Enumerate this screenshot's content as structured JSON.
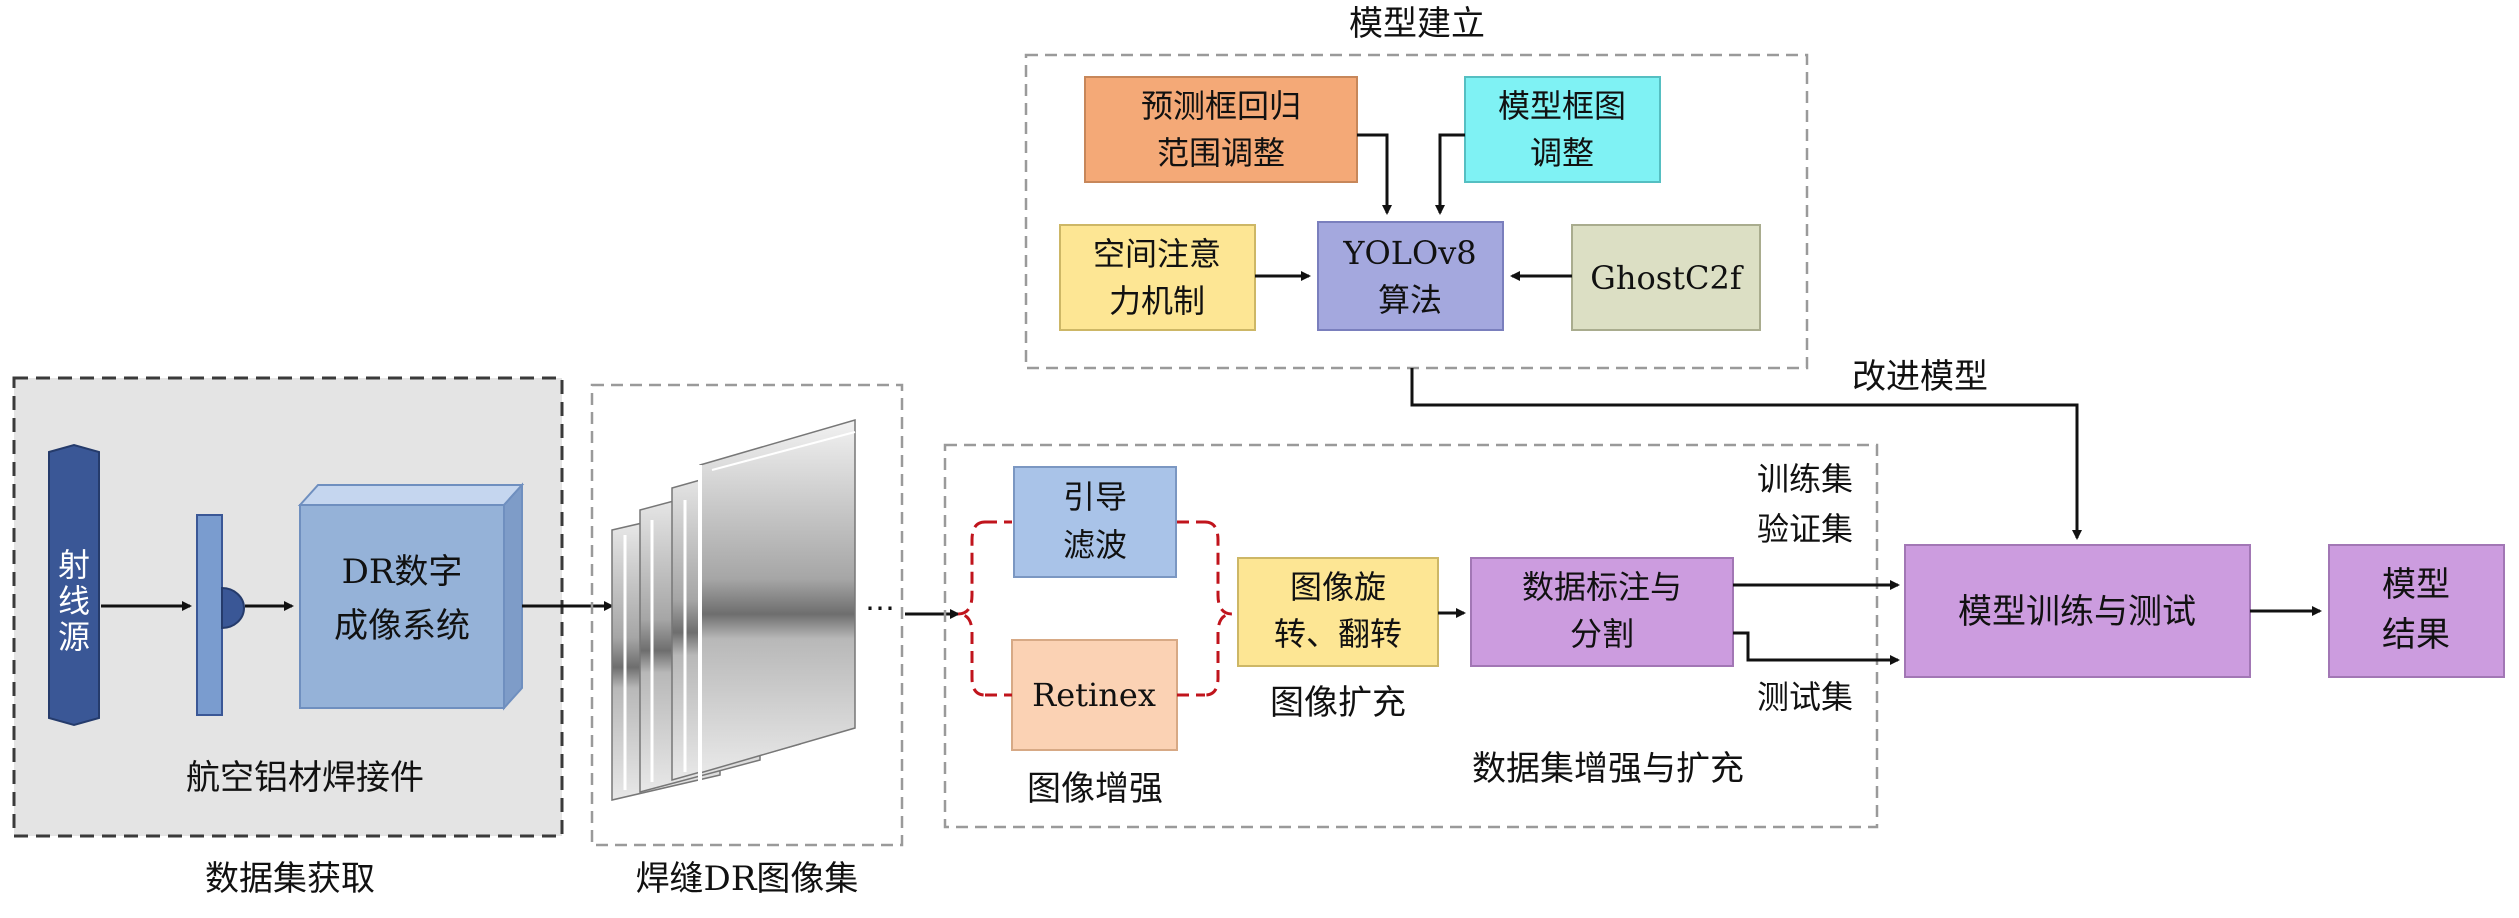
{
  "colors": {
    "region_gray": "#e4e4e4",
    "source_blue": "#3a5796",
    "panel_blue": "#95b2d8",
    "box_blue": "#a9c3e8",
    "box_orange": "#f4a977",
    "box_cyan": "#7ff2f4",
    "box_yellow": "#fde694",
    "box_lavender": "#a4a8de",
    "box_ghost": "#dcdfc4",
    "box_peach": "#fbd2b4",
    "box_purple": "#cc9cdf",
    "bracket_red": "#c0141c",
    "dash_gray": "#9a9a9a",
    "dash_dark": "#3a3a3a"
  },
  "acquisition": {
    "source_label": "射线源",
    "imaging_system": [
      "DR数字",
      "成像系统"
    ],
    "workpiece_label": "航空铝材焊接件",
    "section_label": "数据集获取"
  },
  "image_set": {
    "section_label": "焊缝DR图像集",
    "ellipsis": "⋯"
  },
  "model_build": {
    "section_label": "模型建立",
    "box_regression": [
      "预测框回归",
      "范围调整"
    ],
    "box_frame": [
      "模型框图",
      "调整"
    ],
    "box_attention": [
      "空间注意",
      "力机制"
    ],
    "box_yolo": [
      "YOLOv8",
      "算法"
    ],
    "box_ghost": "GhostC2f",
    "improved_label": "改进模型"
  },
  "enhancement": {
    "section_label": "数据集增强与扩充",
    "guided_filter": [
      "引导",
      "滤波"
    ],
    "retinex": "Retinex",
    "enhance_label": "图像增强",
    "rotate_flip": [
      "图像旋",
      "转、翻转"
    ],
    "expand_label": "图像扩充",
    "annotate": [
      "数据标注与",
      "分割"
    ],
    "train_val": [
      "训练集",
      "验证集"
    ],
    "test_set": "测试集"
  },
  "training": {
    "box_train": "模型训练与测试",
    "box_result": [
      "模型",
      "结果"
    ]
  }
}
